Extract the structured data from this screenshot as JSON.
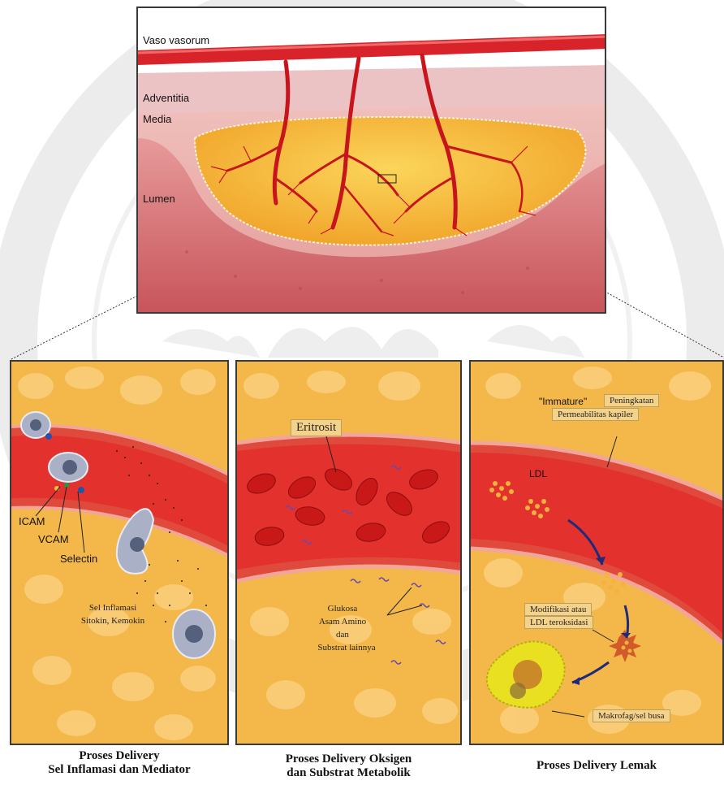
{
  "top": {
    "vaso_vasorum": "Vaso vasorum",
    "adventitia": "Adventitia",
    "media": "Media",
    "lumen": "Lumen"
  },
  "left_panel": {
    "icam": "ICAM",
    "vcam": "VCAM",
    "selectin": "Selectin",
    "cells_line1": "Sel Inflamasi",
    "cells_line2": "Sitokin, Kemokin"
  },
  "mid_panel": {
    "eritrosit": "Eritrosit",
    "glukosa": "Glukosa",
    "asam_amino": "Asam Amino",
    "dan": "dan",
    "substrat": "Substrat lainnya"
  },
  "right_panel": {
    "immature": "\"Immature\"",
    "peningkatan": "Peningkatan",
    "permeabilitas": "Permeabilitas kapiler",
    "ldl": "LDL",
    "modifikasi": "Modifikasi atau",
    "teroksidasi": "LDL teroksidasi",
    "makrofag": "Makrofag/sel busa"
  },
  "captions": {
    "left_line1": "Proses Delivery",
    "left_line2": "Sel Inflamasi dan Mediator",
    "mid_line1": "Proses Delivery Oksigen",
    "mid_line2": "dan Substrat Metabolik",
    "right_line1": "Proses Delivery Lemak"
  },
  "colors": {
    "vessel_red": "#d8232a",
    "fat_yellow": "#f4b63c",
    "tissue_pink": "#e8a0a0",
    "macrophage_yellow": "#e8e020"
  }
}
